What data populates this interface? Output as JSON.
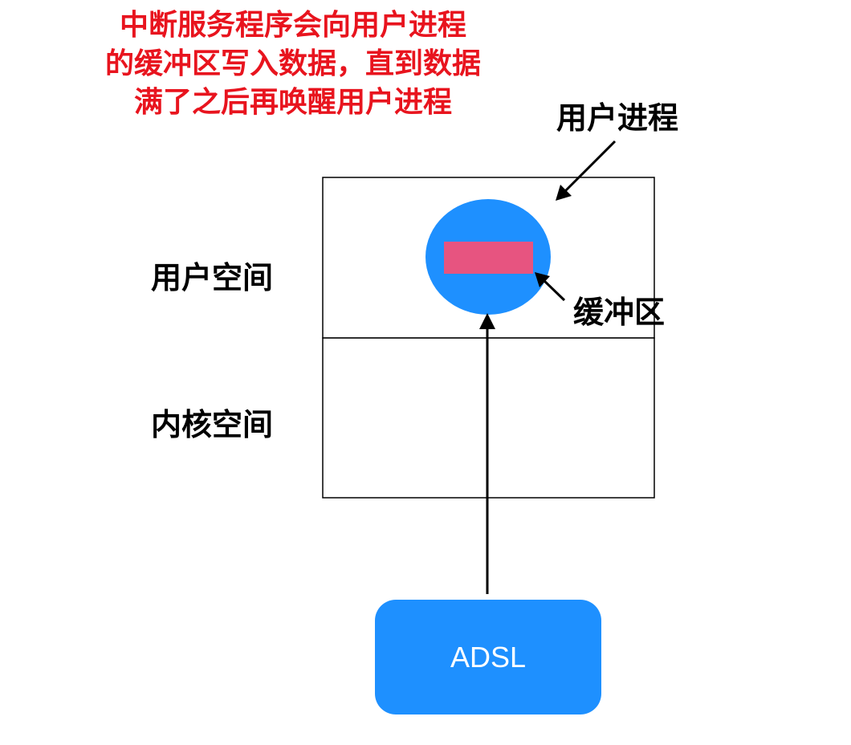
{
  "annotation": {
    "lines": [
      "中断服务程序会向用户进程",
      "的缓冲区写入数据，直到数据",
      "满了之后再唤醒用户进程"
    ]
  },
  "labels": {
    "user_process": "用户进程",
    "user_space": "用户空间",
    "kernel_space": "内核空间",
    "buffer": "缓冲区"
  },
  "device": {
    "label": "ADSL"
  },
  "colors": {
    "annotation": "#e8141e",
    "process": "#1e90ff",
    "buffer": "#e75480",
    "device": "#1e90ff"
  }
}
